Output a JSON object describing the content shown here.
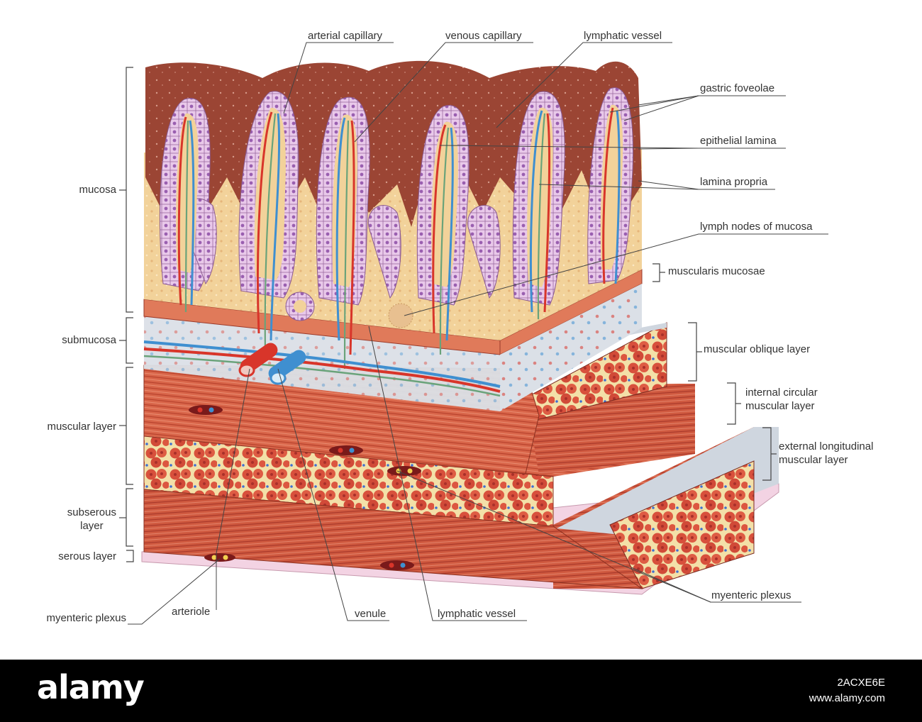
{
  "labels": {
    "top": [
      "arterial capillary",
      "venous capillary",
      "lymphatic vessel"
    ],
    "right": [
      "gastric foveolae",
      "epithelial lamina",
      "lamina propria",
      "lymph nodes of mucosa",
      "muscularis mucosae",
      "muscular oblique layer",
      "internal circular\nmuscular layer",
      "external longitudinal\nmuscular layer",
      "myenteric plexus"
    ],
    "left": [
      "mucosa",
      "submucosa",
      "muscular layer",
      "subserous\nlayer",
      "serous layer",
      "myenteric plexus"
    ],
    "bottom": [
      "arteriole",
      "venule",
      "lymphatic vessel"
    ]
  },
  "watermark": "alamy",
  "stock": {
    "image_id": "2ACXE6E",
    "site": "www.alamy.com"
  },
  "colors": {
    "mucosa_dark": "#8c3a2e",
    "epithelium": "#e8c8e8",
    "lamina_propria": "#f2d29a",
    "muscle": "#d9664a",
    "artery": "#d8352a",
    "vein": "#3f8fd0",
    "lymph": "#6aa37a",
    "submucosa": "#d8dde4",
    "serosa": "#f3d3e3"
  }
}
